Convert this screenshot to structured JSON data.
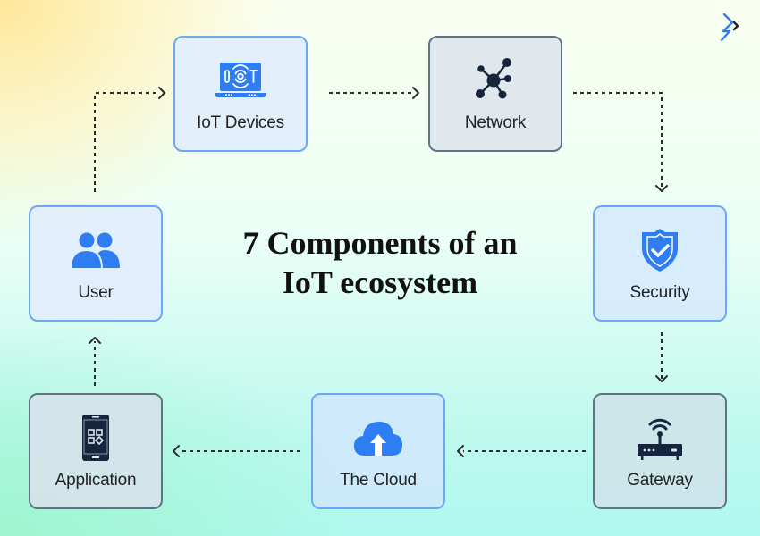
{
  "title": {
    "line1": "7 Components of an",
    "line2": "IoT ecosystem"
  },
  "colors": {
    "accent_blue": "#2f7df3",
    "icon_dark": "#15253d",
    "border_blue": "#6aa8f5",
    "border_gray": "#5e7483"
  },
  "components": {
    "iot_devices": {
      "label": "IoT Devices",
      "icon": "iot-laptop-icon"
    },
    "network": {
      "label": "Network",
      "icon": "network-nodes-icon"
    },
    "security": {
      "label": "Security",
      "icon": "shield-check-icon"
    },
    "gateway": {
      "label": "Gateway",
      "icon": "wifi-router-icon"
    },
    "cloud": {
      "label": "The Cloud",
      "icon": "cloud-upload-icon"
    },
    "application": {
      "label": "Application",
      "icon": "smartphone-app-icon"
    },
    "user": {
      "label": "User",
      "icon": "users-icon"
    }
  },
  "flow": [
    "User",
    "IoT Devices",
    "Network",
    "Security",
    "Gateway",
    "The Cloud",
    "Application",
    "User"
  ],
  "logo": {
    "icon": "brand-logo-icon"
  }
}
